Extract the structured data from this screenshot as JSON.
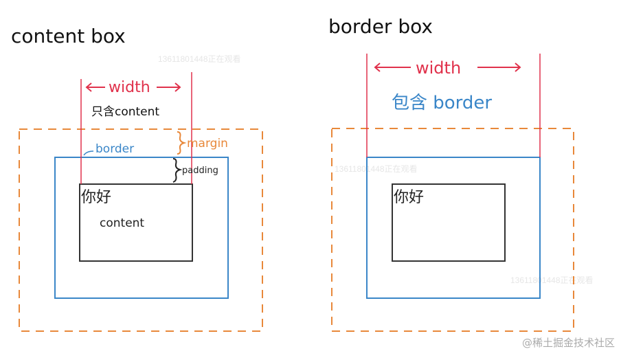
{
  "left": {
    "title": "content box",
    "width_label": "width",
    "width_note": "只含content",
    "border_label": "border",
    "margin_label": "margin",
    "padding_label": "padding",
    "content_text": "你好",
    "content_label": "content"
  },
  "right": {
    "title": "border box",
    "width_label": "width",
    "width_note": "包含 border",
    "content_text": "你好"
  },
  "watermarks": [
    "13611801448正在观看",
    "13611801448正在观看",
    "13611801448正在观看"
  ],
  "credit": "@稀土掘金技术社区",
  "colors": {
    "margin": "#e8883a",
    "border": "#3a86c8",
    "width": "#e0314b",
    "content": "#333333"
  }
}
